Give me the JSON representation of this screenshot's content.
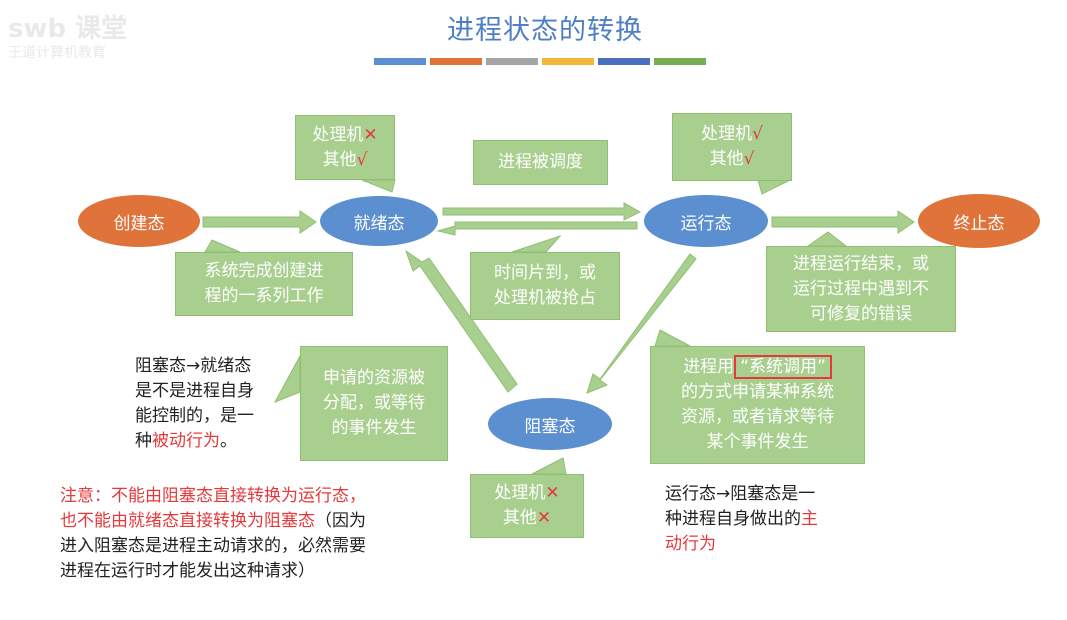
{
  "title": "进程状态的转换",
  "title_bar_colors": [
    "#5b8fd0",
    "#e0733a",
    "#a5a5a5",
    "#f2b83a",
    "#4a6fbf",
    "#7aab55"
  ],
  "watermark": {
    "line1": "swb 课堂",
    "line2": "王道计算机教育"
  },
  "states": {
    "create": "创建态",
    "ready": "就绪态",
    "running": "运行态",
    "terminate": "终止态",
    "blocked": "阻塞态"
  },
  "colors": {
    "orange_state": "#e0733a",
    "blue_state": "#5b8fd0",
    "note_green": "#a9cf8f",
    "arrow_green": "#a9cf8f",
    "accent_red": "#e5393c"
  },
  "notes": {
    "ready_resources": {
      "line1": "处理机",
      "mark1": "✕",
      "line2": "其他",
      "mark2": "√"
    },
    "running_resources": {
      "line1": "处理机",
      "mark1": "√",
      "line2": "其他",
      "mark2": "√"
    },
    "blocked_resources": {
      "line1": "处理机",
      "mark1": "✕",
      "line2": "其他",
      "mark2": "✕"
    },
    "scheduled": "进程被调度",
    "create_done": {
      "line1": "系统完成创建进",
      "line2": "程的一系列工作"
    },
    "timeslice": {
      "line1": "时间片到，或",
      "line2": "处理机被抢占"
    },
    "run_end": {
      "line1": "进程运行结束，或",
      "line2": "运行过程中遇到不",
      "line3": "可修复的错误"
    },
    "resource_alloc": {
      "line1": "申请的资源被",
      "line2": "分配，或等待",
      "line3": "的事件发生"
    },
    "syscall": {
      "pre": "进程用",
      "boxed": "“系统调用”",
      "line2": "的方式申请某种系统",
      "line3": "资源，或者请求等待",
      "line4": "某个事件发生"
    }
  },
  "texts": {
    "blocked_to_ready": {
      "line1": "阻塞态→就绪态",
      "line2": "是不是进程自身",
      "line3": "能控制的，是一",
      "line4_pre": "种",
      "line4_red": "被动行为",
      "line4_post": "。"
    },
    "warning": {
      "line1": "注意：不能由阻塞态直接转换为运行态，",
      "line2_red": "也不能由就绪态直接转换为阻塞态",
      "line2_post": "（因为",
      "line3": "进入阻塞态是进程主动请求的，必然需要",
      "line4": "进程在运行时才能发出这种请求）"
    },
    "running_to_blocked": {
      "line1": "运行态→阻塞态是一",
      "line2_pre": "种进程自身做出的",
      "line2_red": "主",
      "line3_red": "动行为"
    }
  }
}
